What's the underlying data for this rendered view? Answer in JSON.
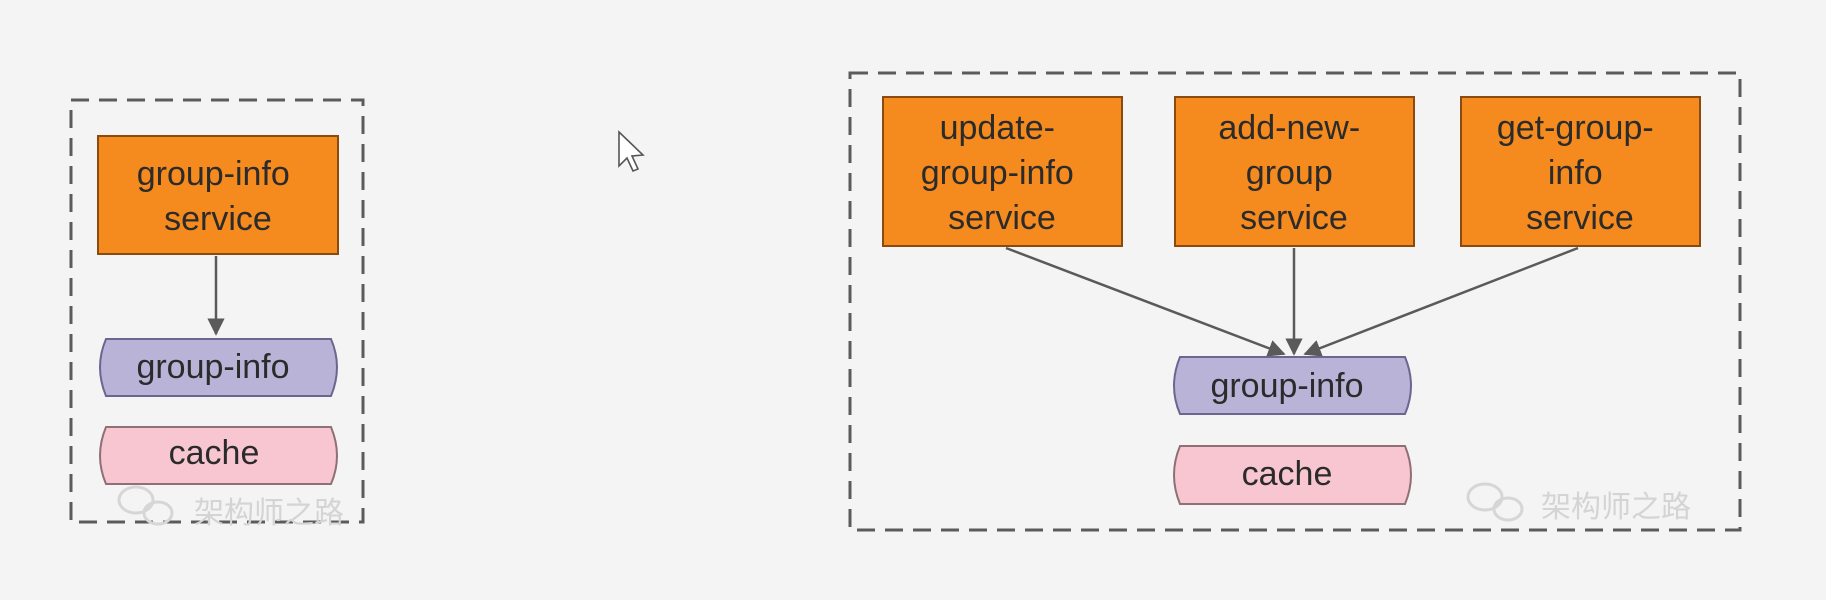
{
  "left_panel": {
    "service_lines": [
      "group-info",
      "service"
    ],
    "store_label": "group-info",
    "cache_label": "cache",
    "watermark": "架构师之路"
  },
  "right_panel": {
    "services": [
      {
        "lines": [
          "update-",
          "group-info",
          "service"
        ]
      },
      {
        "lines": [
          "add-new-",
          "group",
          "service"
        ]
      },
      {
        "lines": [
          "get-group-",
          "info",
          "service"
        ]
      }
    ],
    "store_label": "group-info",
    "cache_label": "cache",
    "watermark": "架构师之路"
  },
  "colors": {
    "service_fill": "#f58a1e",
    "service_stroke": "#8a4a10",
    "store_fill": "#b9b3d8",
    "store_stroke": "#6a6690",
    "cache_fill": "#f7c6d0",
    "cache_stroke": "#8e7076",
    "arrow": "#5a5a5a",
    "dash": "#5b5b5b"
  }
}
